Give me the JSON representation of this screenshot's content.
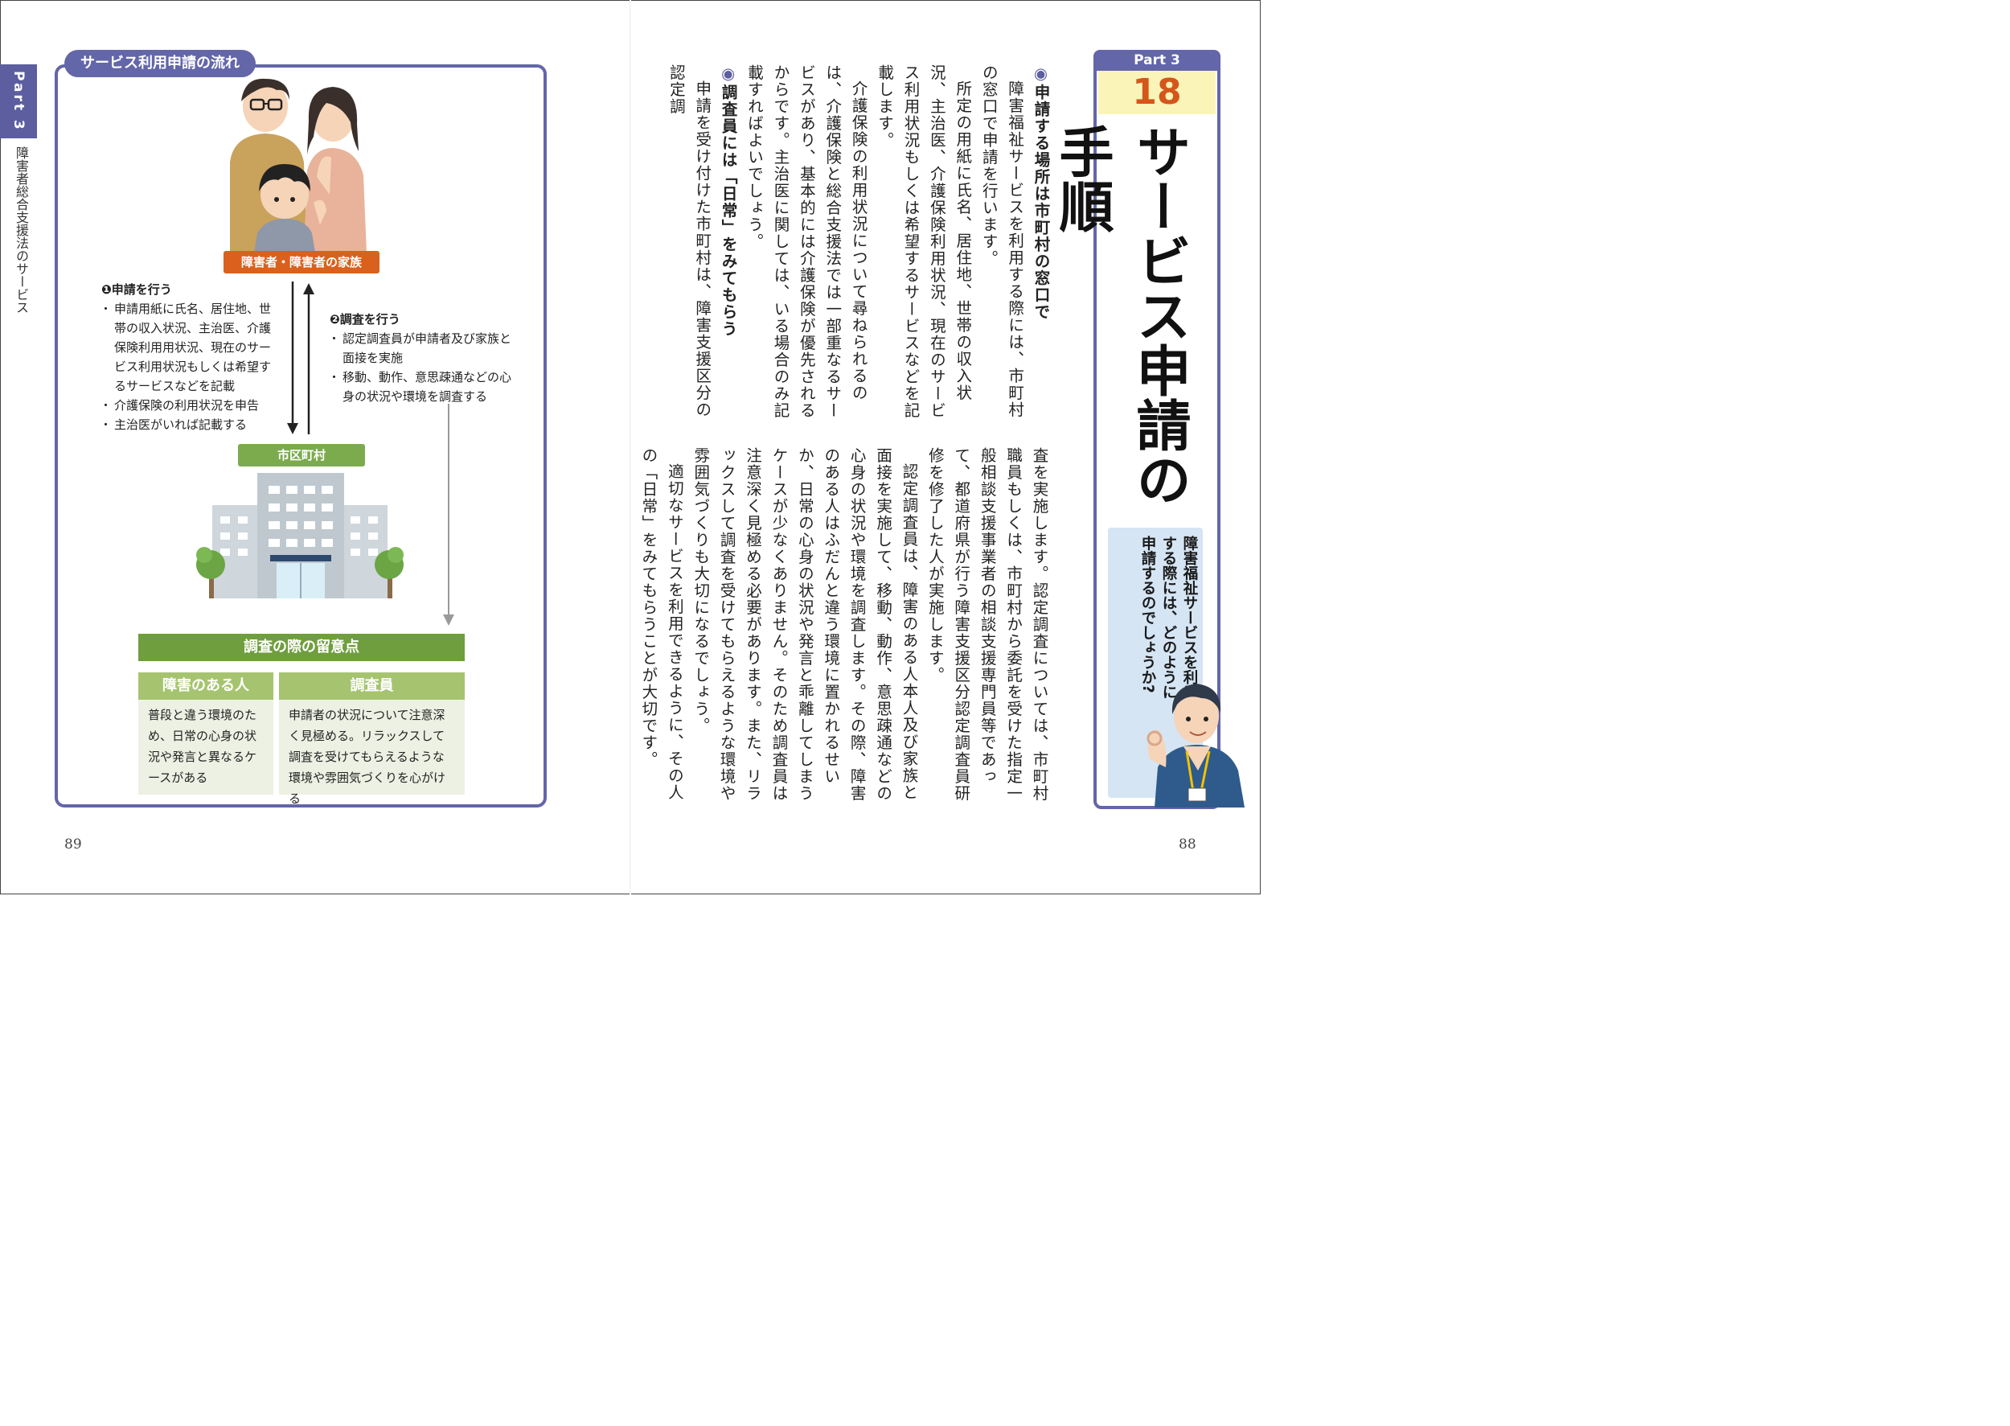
{
  "side_tab": {
    "part": "Part 3",
    "caption": "障害者総合支援法のサービス"
  },
  "flow": {
    "title": "サービス利用申請の流れ",
    "family_label": "障害者・障害者の家族",
    "step1": {
      "heading": "❶申請を行う",
      "bullets": [
        "申請用紙に氏名、居住地、世帯の収入状況、主治医、介護保険利用用状況、現在のサービス利用状況もしくは希望するサービスなどを記載",
        "介護保険の利用状況を申告",
        "主治医がいれば記載する"
      ]
    },
    "step2": {
      "heading": "❷調査を行う",
      "bullets": [
        "認定調査員が申請者及び家族と面接を実施",
        "移動、動作、意思疎通などの心身の状況や環境を調査する"
      ]
    },
    "city_label": "市区町村",
    "notes": {
      "title": "調査の際の留意点",
      "left": {
        "heading": "障害のある人",
        "body": "普段と違う環境のため、日常の心身の状況や発言と異なるケースがある"
      },
      "right": {
        "heading": "調査員",
        "body": "申請者の状況について注意深く見極める。リラックスして調査を受けてもらえるような環境や雰囲気づくりを心がける"
      }
    }
  },
  "page_numbers": {
    "left": "89",
    "right": "88"
  },
  "chapter": {
    "part": "Part 3",
    "number": "18",
    "title": "サービス申請の手順",
    "question": "障害福祉サービスを利用する際には、どのように申請するのでしょうか?"
  },
  "body": {
    "section1": {
      "mark": "◉",
      "heading": "申請する場所は市町村の窓口で",
      "p1": "障害福祉サービスを利用する際には、市町村の窓口で申請を行います。",
      "p2": "所定の用紙に氏名、居住地、世帯の収入状況、主治医、介護保険利用状況、現在のサービス利用状況もしくは希望するサービスなどを記載します。",
      "p3": "介護保険の利用状況について尋ねられるのは、介護保険と総合支援法では一部重なるサービスがあり、基本的には介護保険が優先されるからです。主治医に関しては、いる場合のみ記載すればよいでしょう。"
    },
    "section2": {
      "mark": "◉",
      "heading": "調査員には「日常」をみてもらう",
      "p1a": "申請を受け付けた市町村は、障害支援区分の認定調",
      "p1b": "査を実施します。認定調査については、市町村職員もしくは、市町村から委託を受けた指定一般相談支援事業者の相談支援専門員等であって、都道府県が行う障害支援区分認定調査員研修を修了した人が実施します。",
      "p2": "認定調査員は、障害のある人本人及び家族と面接を実施して、移動、動作、意思疎通などの心身の状況や環境を調査します。その際、障害のある人はふだんと違う環境に置かれるせいか、日常の心身の状況や発言と乖離してしまうケースが少なくありません。そのため調査員は注意深く見極める必要があります。また、リラックスして調査を受けてもらえるような環境や雰囲気づくりも大切になるでしょう。",
      "p3": "適切なサービスを利用できるように、その人の「日常」をみてもらうことが大切です。"
    }
  },
  "colors": {
    "accent_purple": "#6366a8",
    "orange": "#d9611d",
    "green": "#7cab4e",
    "green_dark": "#6f9e3e",
    "green_light": "#a6c46f",
    "chapter_num_bg": "#fbf4b8",
    "question_bg": "#d5e5f4"
  },
  "icons": [
    "family-illustration",
    "city-hall-building-illustration",
    "staff-man-illustration"
  ]
}
